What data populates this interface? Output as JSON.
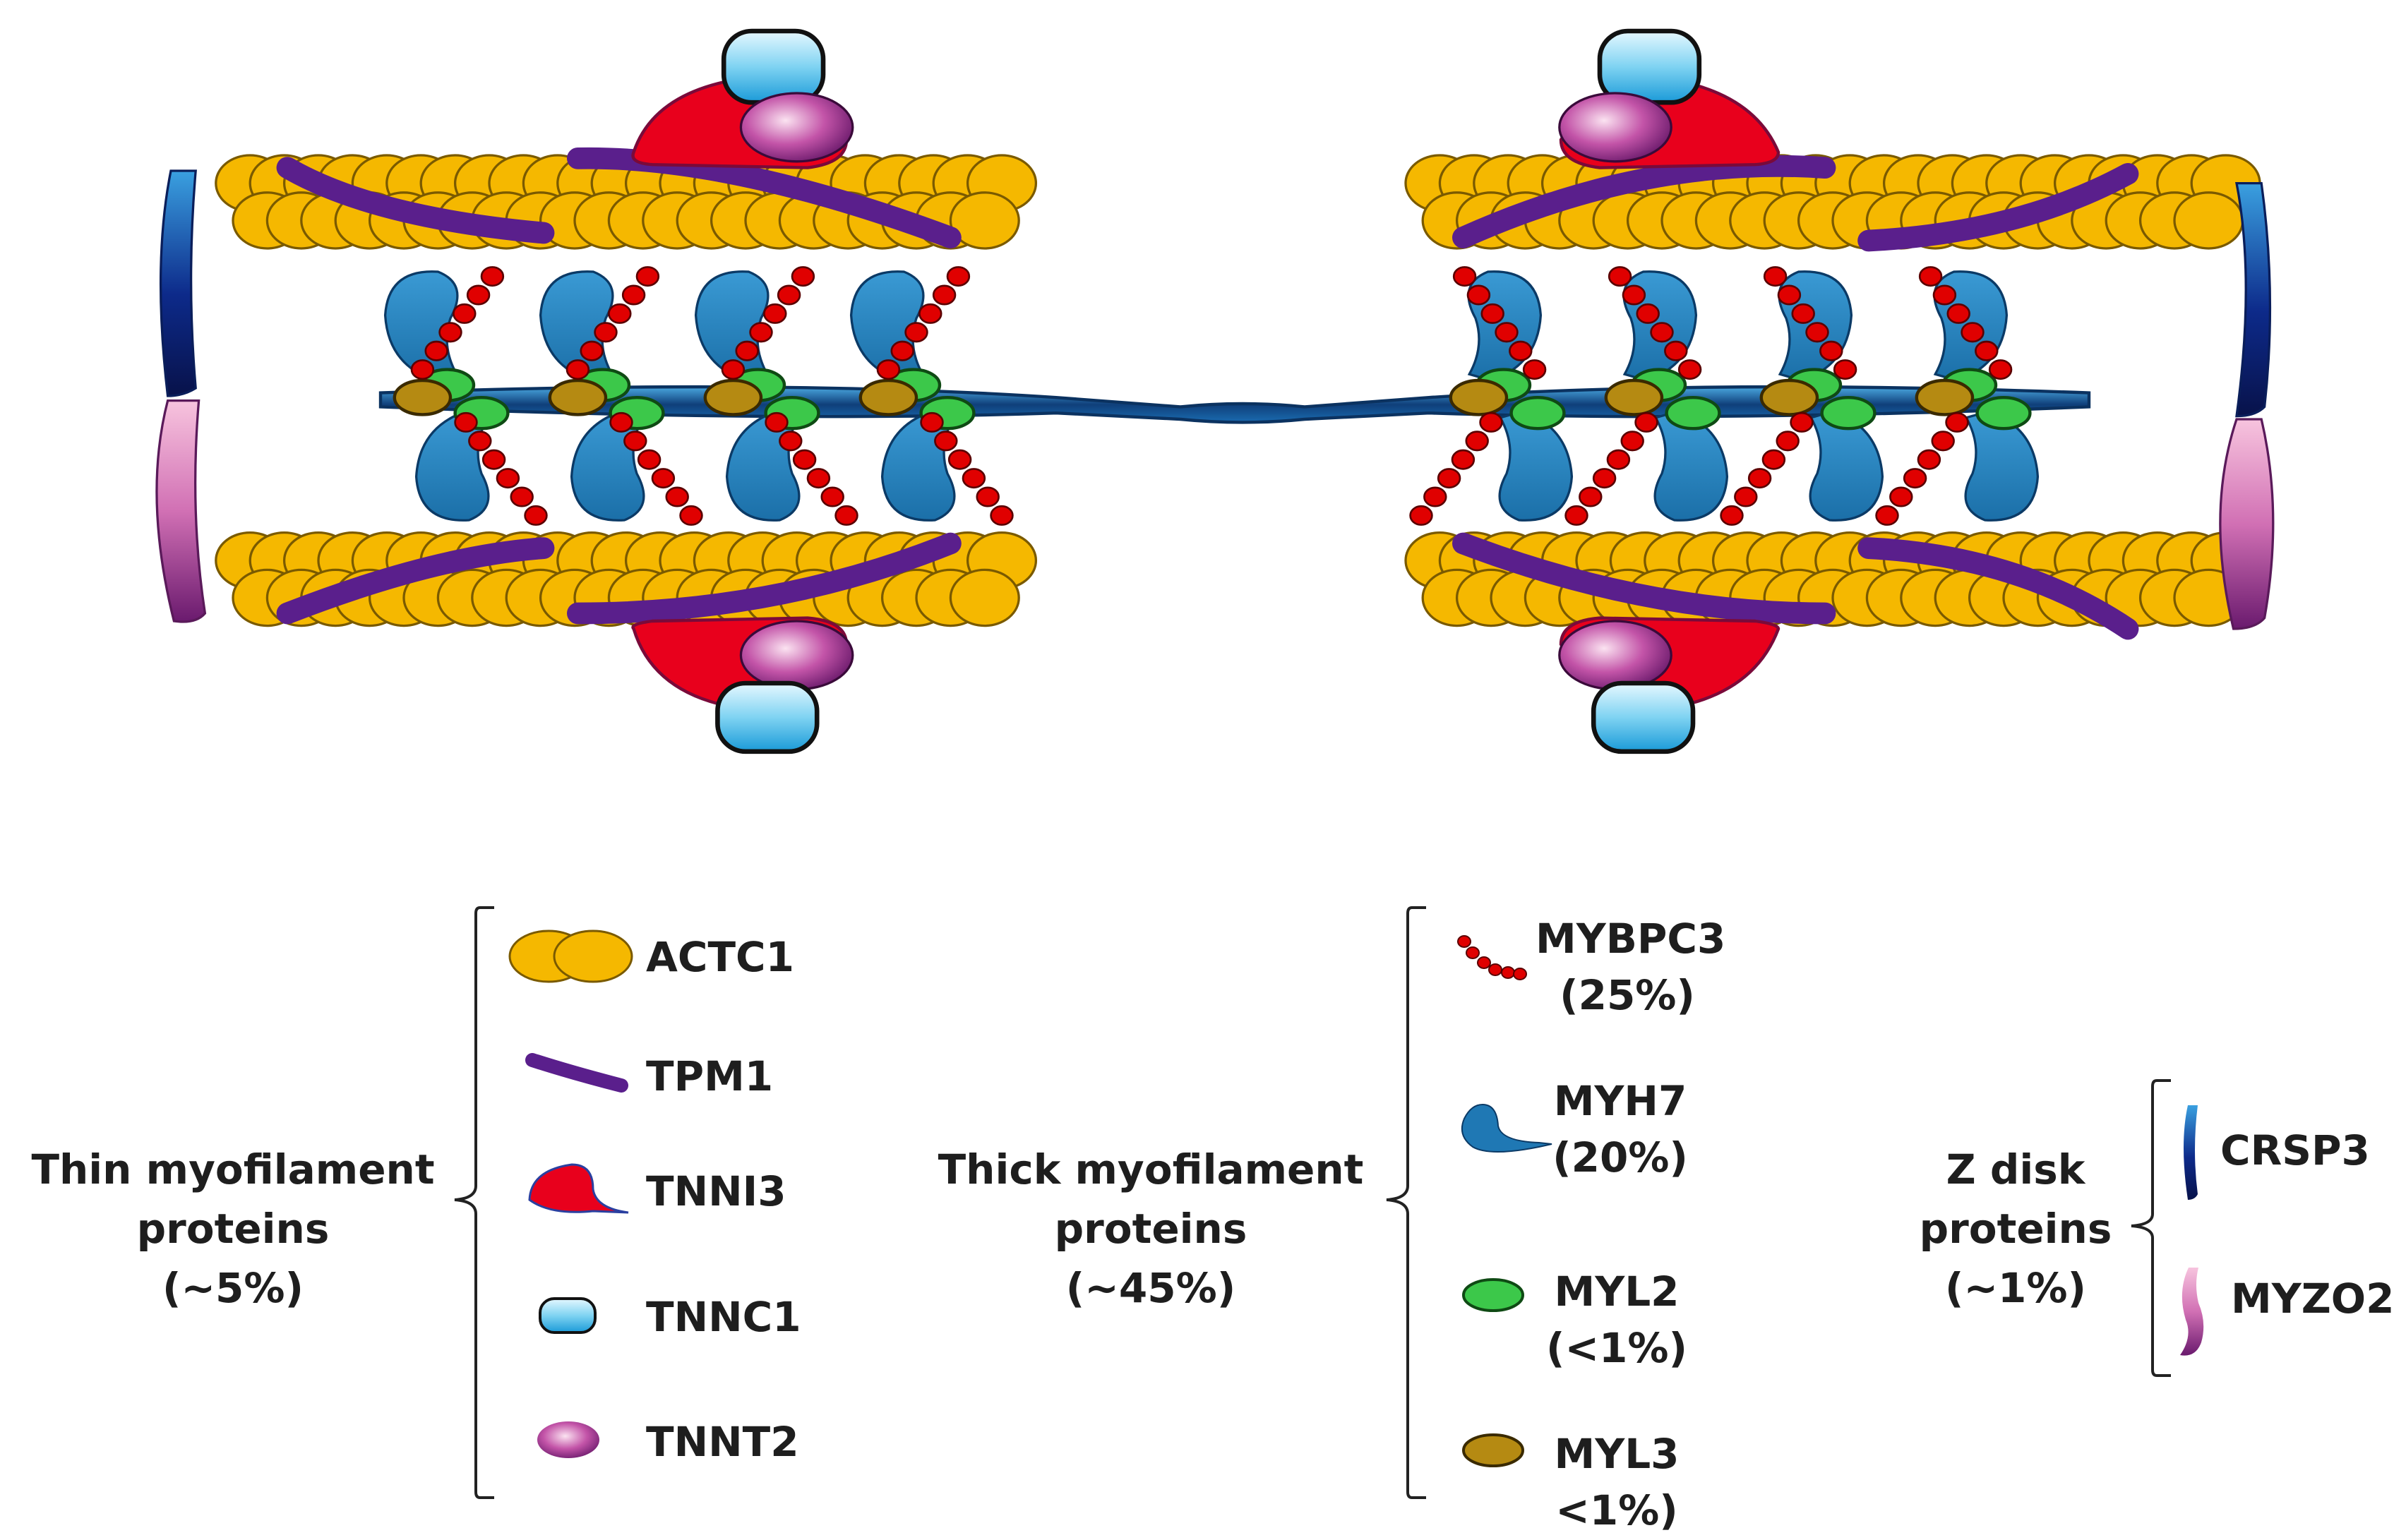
{
  "groups": {
    "thin": {
      "line1": "Thin myofilament",
      "line2": "proteins",
      "line3": "(~5%)"
    },
    "thick": {
      "line1": "Thick myofilament",
      "line2": "proteins",
      "line3": "(~45%)"
    },
    "zdisk": {
      "line1": "Z disk",
      "line2": "proteins",
      "line3": "(~1%)"
    }
  },
  "thin_items": [
    "ACTC1",
    "TPM1",
    "TNNI3",
    "TNNC1",
    "TNNT2"
  ],
  "thick_items": {
    "mybpc3": {
      "name": "MYBPC3",
      "pct": "(25%)"
    },
    "myh7": {
      "name": "MYH7",
      "pct": "(20%)"
    },
    "myl2": {
      "name": "MYL2",
      "pct": "(<1%)"
    },
    "myl3": {
      "name": "MYL3",
      "pct": "<1%)"
    }
  },
  "zdisk_items": [
    "CRSP3",
    "MYZO2"
  ],
  "colors": {
    "actin": "#f5b800",
    "tropomyosin": "#5a1f8c",
    "troponin_i": "#e8001c",
    "troponin_c": "#7fd3f2",
    "troponin_t": "#b33a9a",
    "myosin": "#1f78b4",
    "mybpc": "#e00000",
    "myl2": "#3cc84a",
    "myl3": "#b58a12",
    "crsp3": "#0d2a8a",
    "myzo2": "#9b2a82"
  }
}
